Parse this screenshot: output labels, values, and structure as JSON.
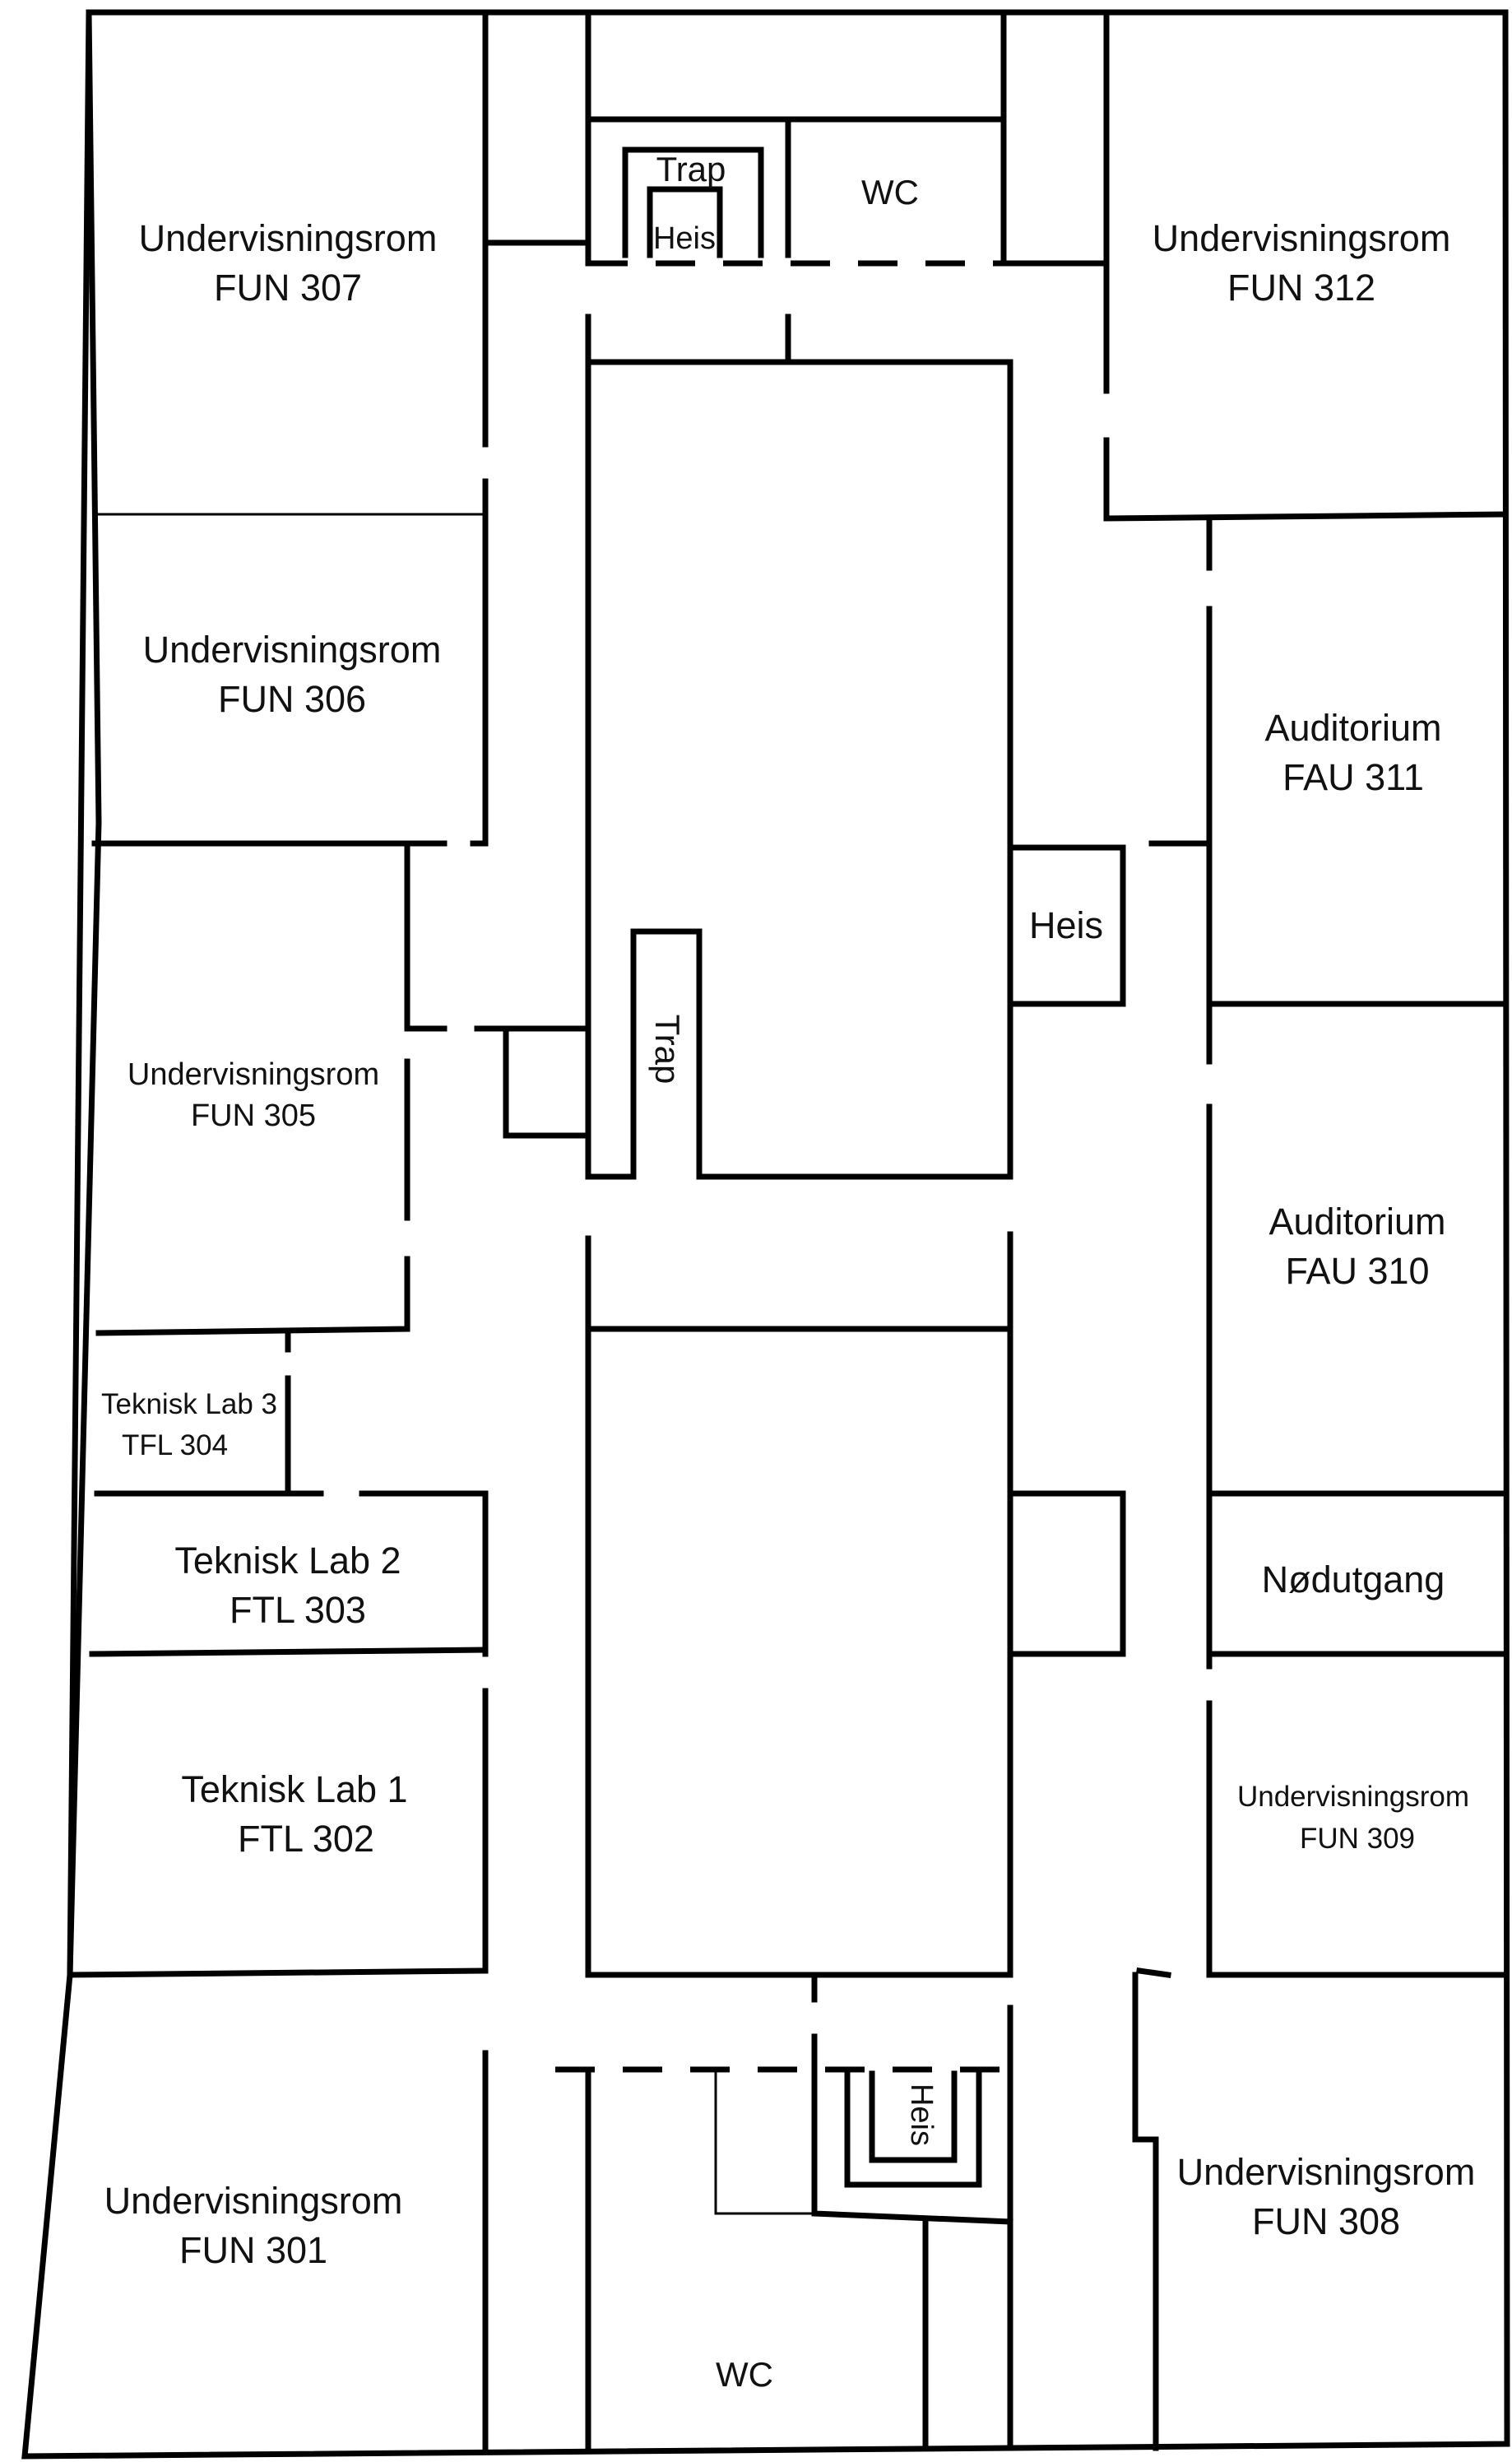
{
  "rooms": {
    "fun307": {
      "name": "Undervisningsrom",
      "code": "FUN 307"
    },
    "fun306": {
      "name": "Undervisningsrom",
      "code": "FUN 306"
    },
    "fun305": {
      "name": "Undervisningsrom",
      "code": "FUN 305"
    },
    "tfl304": {
      "name": "Teknisk Lab 3",
      "code": "TFL 304"
    },
    "ftl303": {
      "name": "Teknisk Lab 2",
      "code": "FTL 303"
    },
    "ftl302": {
      "name": "Teknisk Lab 1",
      "code": "FTL 302"
    },
    "fun301": {
      "name": "Undervisningsrom",
      "code": "FUN 301"
    },
    "fun312": {
      "name": "Undervisningsrom",
      "code": "FUN 312"
    },
    "fau311": {
      "name": "Auditorium",
      "code": "FAU 311"
    },
    "fau310": {
      "name": "Auditorium",
      "code": "FAU 310"
    },
    "nodutgang": {
      "name": "Nødutgang"
    },
    "fun309": {
      "name": "Undervisningsrom",
      "code": "FUN 309"
    },
    "fun308": {
      "name": "Undervisningsrom",
      "code": "FUN 308"
    }
  },
  "service": {
    "trap_top": "Trap",
    "heis_top": "Heis",
    "wc_top": "WC",
    "heis_right": "Heis",
    "trap_center": "Trap",
    "heis_bottom": "Heis",
    "wc_bottom": "WC"
  }
}
